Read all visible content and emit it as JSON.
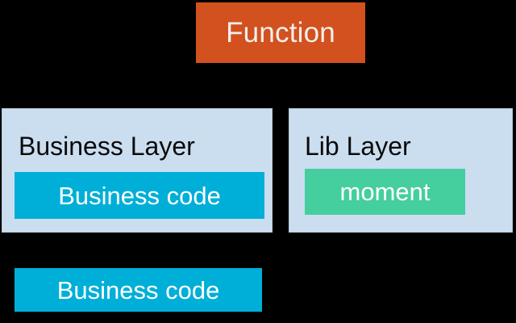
{
  "diagram": {
    "title_node": {
      "label": "Function",
      "color": "#d2511f",
      "text_color": "#f4efe9"
    },
    "layers": [
      {
        "name": "business-layer",
        "title": "Business Layer",
        "panel_color": "#cbdef0",
        "title_color": "#0a0a0a",
        "component": {
          "name": "business-code",
          "label": "Business code",
          "color": "#00afd7",
          "text_color": "#ffffff"
        }
      },
      {
        "name": "lib-layer",
        "title": "Lib Layer",
        "panel_color": "#cbdef0",
        "title_color": "#0a0a0a",
        "component": {
          "name": "moment",
          "label": "moment",
          "color": "#45ce9e",
          "text_color": "#ffffff"
        }
      }
    ],
    "standalone_component": {
      "name": "business-code",
      "label": "Business code",
      "color": "#00afd7",
      "text_color": "#ffffff"
    },
    "background_color": "#000000"
  }
}
